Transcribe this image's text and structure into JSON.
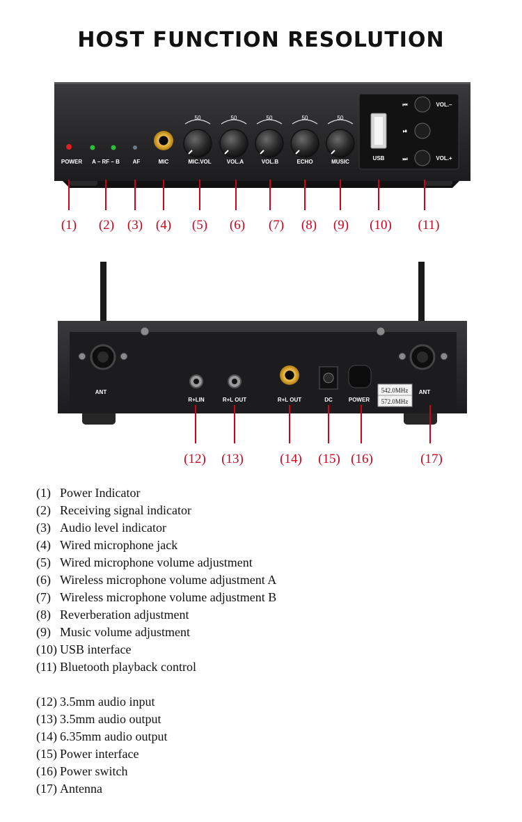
{
  "title": "HOST FUNCTION RESOLUTION",
  "front_panel": {
    "labels": [
      "POWER",
      "A – RF – B",
      "AF",
      "MIC",
      "MIC.VOL",
      "VOL.A",
      "VOL.B",
      "ECHO",
      "MUSIC",
      "USB"
    ],
    "knob_value": "50",
    "buttons": [
      "VOL.–",
      "VOL.+"
    ],
    "callouts": [
      "(1)",
      "(2)",
      "(3)",
      "(4)",
      "(5)",
      "(6)",
      "(7)",
      "(8)",
      "(9)",
      "(10)",
      "(11)"
    ]
  },
  "rear_panel": {
    "labels": [
      "ANT",
      "R+LIN",
      "R+L OUT",
      "R+L OUT",
      "DC",
      "POWER",
      "ANT"
    ],
    "frequencies": [
      "542.0MHz",
      "572.0MHz"
    ],
    "callouts": [
      "(12)",
      "(13)",
      "(14)",
      "(15)",
      "(16)",
      "(17)"
    ]
  },
  "legend_front": [
    {
      "num": "(1)",
      "text": "Power Indicator"
    },
    {
      "num": "(2)",
      "text": "Receiving signal indicator"
    },
    {
      "num": "(3)",
      "text": "Audio level indicator"
    },
    {
      "num": "(4)",
      "text": "Wired microphone jack"
    },
    {
      "num": "(5)",
      "text": "Wired microphone volume adjustment"
    },
    {
      "num": "(6)",
      "text": "Wireless microphone volume adjustment A"
    },
    {
      "num": "(7)",
      "text": "Wireless microphone volume adjustment B"
    },
    {
      "num": "(8)",
      "text": "Reverberation adjustment"
    },
    {
      "num": "(9)",
      "text": "Music volume adjustment"
    },
    {
      "num": "(10)",
      "text": "USB interface"
    },
    {
      "num": "(11)",
      "text": "Bluetooth playback control"
    }
  ],
  "legend_rear": [
    {
      "num": "(12)",
      "text": "3.5mm audio input"
    },
    {
      "num": "(13)",
      "text": "3.5mm audio output"
    },
    {
      "num": "(14)",
      "text": "6.35mm audio output"
    },
    {
      "num": "(15)",
      "text": "Power interface"
    },
    {
      "num": "(16)",
      "text": "Power switch"
    },
    {
      "num": "(17)",
      "text": "Antenna"
    }
  ]
}
